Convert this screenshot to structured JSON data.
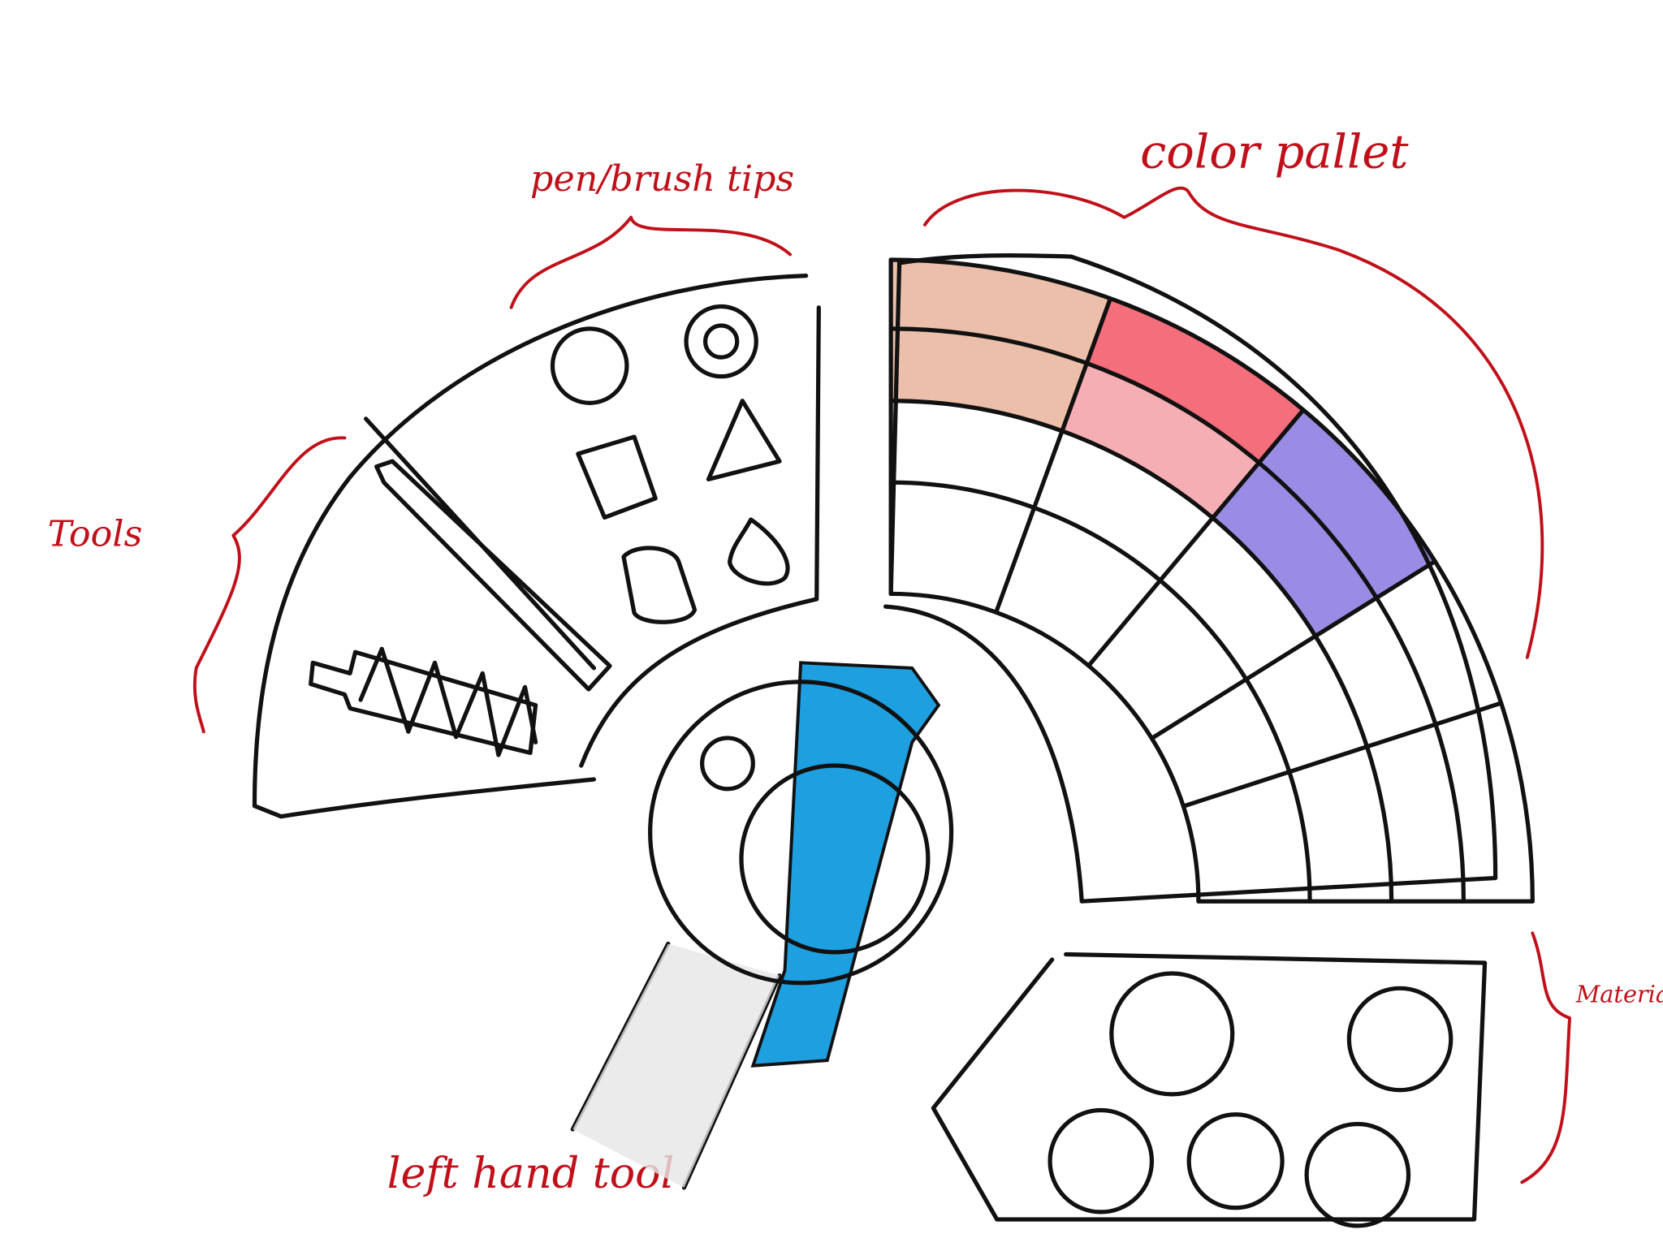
{
  "labels": {
    "pen_brush_tips": "pen/brush tips",
    "color_pallet": "color pallet",
    "tools": "Tools",
    "left_hand_tool": "left hand tool",
    "materials": "Materials"
  },
  "colors": {
    "annotation": "#c0101a",
    "ink": "#111111",
    "strap": "#1ea0e0",
    "palette_peach": "#e8b49a",
    "palette_red": "#f25565",
    "palette_pink": "#f4a0a8",
    "palette_purple": "#8878e0"
  },
  "icons": [
    "round-tip-icon",
    "ring-tip-icon",
    "square-tip-icon",
    "triangle-tip-icon",
    "cylinder-tip-icon",
    "teardrop-tip-icon",
    "pen-tool-icon",
    "spring-tool-icon",
    "dial-icon"
  ]
}
